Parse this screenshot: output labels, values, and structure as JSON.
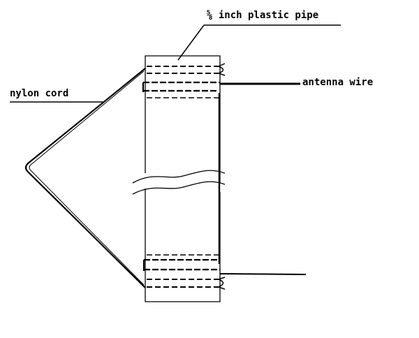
{
  "labels": {
    "pipe": "⅝ inch plastic pipe",
    "antenna_wire": "antenna wire",
    "nylon_cord": "nylon cord"
  },
  "colors": {
    "ink": "#000000",
    "background": "#ffffff"
  }
}
